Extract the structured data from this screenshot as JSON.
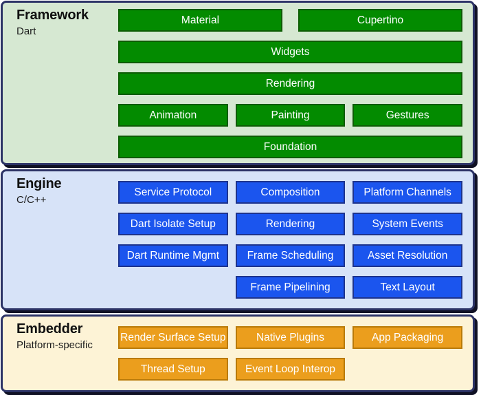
{
  "colors": {
    "section_border": "#2c3366",
    "section_shadow": "#101124",
    "framework_bg": "#d6e8d2",
    "framework_box_bg": "#038b00",
    "framework_box_border": "#0d5c04",
    "engine_bg": "#d7e3f8",
    "engine_box_bg": "#1b55ee",
    "engine_box_border": "#1d338d",
    "embedder_bg": "#fdf3d6",
    "embedder_box_bg": "#eb9e1d",
    "embedder_box_border": "#b97a08",
    "box_text": "#ffffff",
    "title_text": "#111111"
  },
  "sections": [
    {
      "title": "Framework",
      "subtitle": "Dart",
      "rows": [
        [
          "Material",
          "Cupertino"
        ],
        [
          "Widgets"
        ],
        [
          "Rendering"
        ],
        [
          "Animation",
          "Painting",
          "Gestures"
        ],
        [
          "Foundation"
        ]
      ]
    },
    {
      "title": "Engine",
      "subtitle": "C/C++",
      "rows": [
        [
          "Service Protocol",
          "Composition",
          "Platform Channels"
        ],
        [
          "Dart Isolate Setup",
          "Rendering",
          "System Events"
        ],
        [
          "Dart Runtime Mgmt",
          "Frame Scheduling",
          "Asset Resolution"
        ],
        [
          null,
          "Frame Pipelining",
          "Text Layout"
        ]
      ]
    },
    {
      "title": "Embedder",
      "subtitle": "Platform-specific",
      "rows": [
        [
          "Render Surface Setup",
          "Native Plugins",
          "App Packaging"
        ],
        [
          "Thread Setup",
          "Event Loop Interop",
          null
        ]
      ]
    }
  ]
}
